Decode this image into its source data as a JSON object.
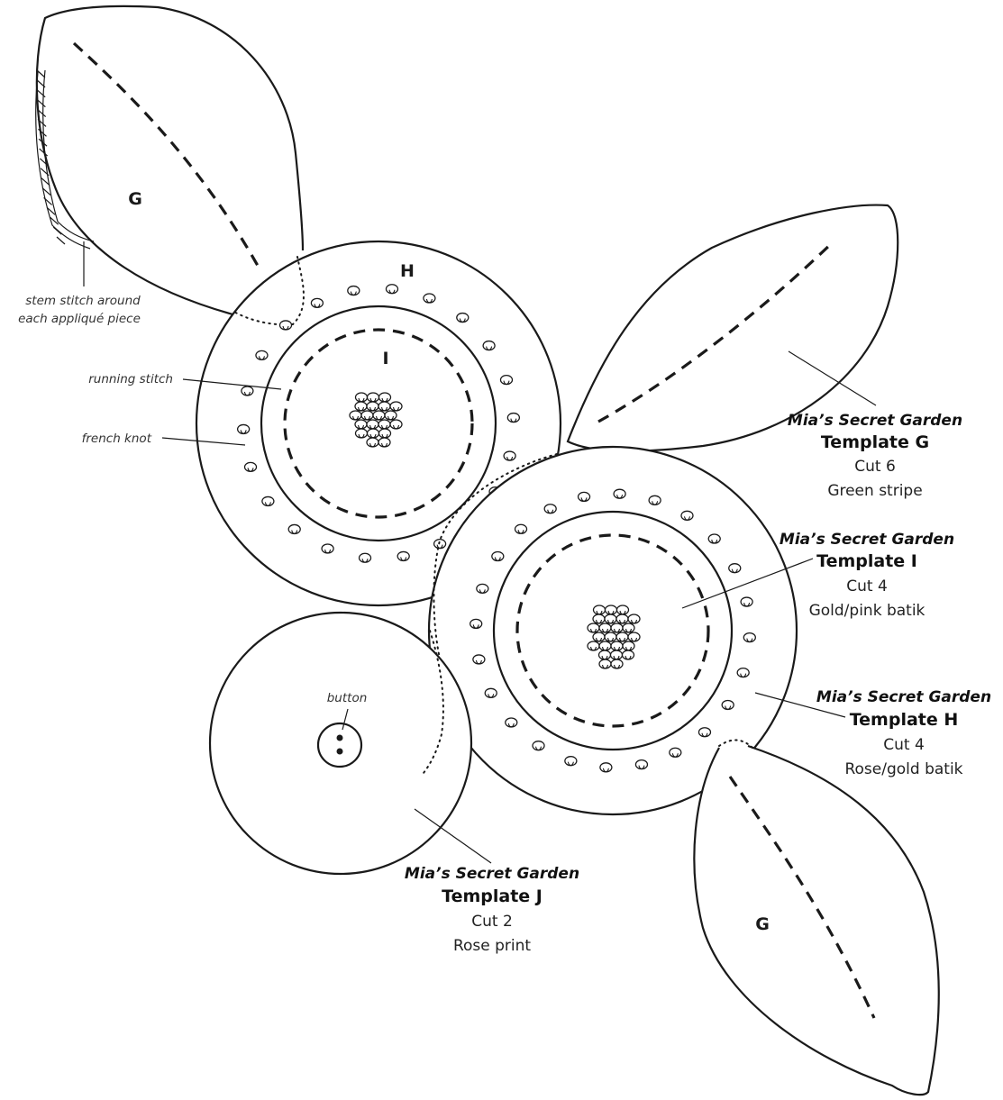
{
  "piece_letters": {
    "g_top": "G",
    "h": "H",
    "i": "I",
    "g_bottom": "G"
  },
  "annotations": {
    "stem_stitch_line1": "stem stitch around",
    "stem_stitch_line2": "each appliqué piece",
    "running_stitch": "running stitch",
    "french_knot": "french knot",
    "button": "button"
  },
  "templates": {
    "g": {
      "title": "Mia’s Secret Garden",
      "name": "Template G",
      "cut": "Cut 6",
      "fabric": "Green stripe"
    },
    "i": {
      "title": "Mia’s Secret Garden",
      "name": "Template I",
      "cut": "Cut 4",
      "fabric": "Gold/pink batik"
    },
    "h": {
      "title": "Mia’s Secret Garden",
      "name": "Template H",
      "cut": "Cut 4",
      "fabric": "Rose/gold batik"
    },
    "j": {
      "title": "Mia’s Secret Garden",
      "name": "Template J",
      "cut": "Cut 2",
      "fabric": "Rose print"
    }
  }
}
